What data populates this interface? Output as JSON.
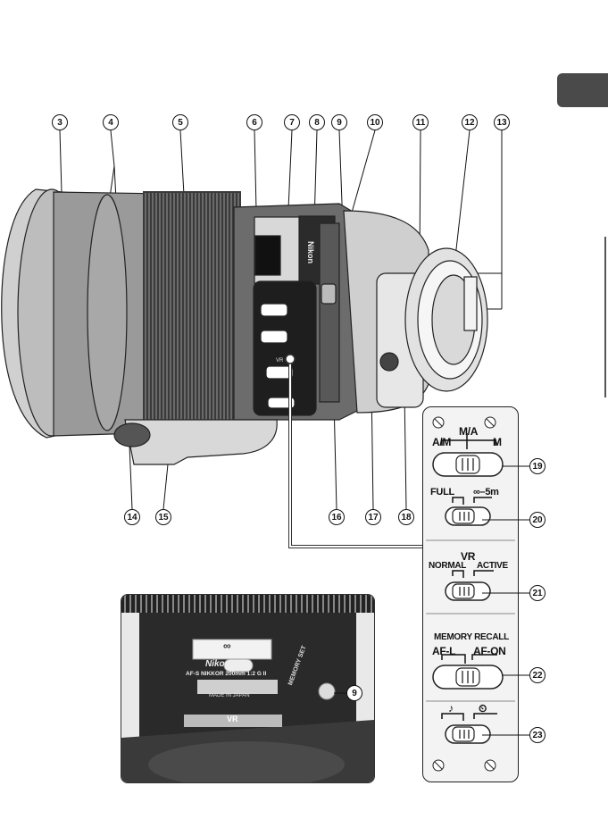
{
  "callouts_top": [
    "3",
    "4",
    "5",
    "6",
    "7",
    "8",
    "9",
    "10",
    "11",
    "12",
    "13"
  ],
  "callouts_bottom": [
    "14",
    "15",
    "16",
    "17",
    "18"
  ],
  "callouts_panel": [
    "19",
    "20",
    "21",
    "22",
    "23"
  ],
  "callout_inset": "9",
  "lens_markings": {
    "nikon": "Nikon",
    "vr_small": "VR",
    "normal_small": "NORMAL"
  },
  "switch_panel": {
    "row1": {
      "left": "A/M",
      "mid": "M/A",
      "right": "M"
    },
    "row2": {
      "left": "FULL",
      "right": "∞–5m"
    },
    "row3": {
      "top": "VR",
      "left": "NORMAL",
      "right": "ACTIVE"
    },
    "row4": {
      "top": "MEMORY RECALL",
      "left": "AF-L",
      "right": "AF-ON"
    },
    "row5": {
      "left": "♪",
      "right": "⏲"
    }
  },
  "inset": {
    "infinity": "∞",
    "brand": "Nikon",
    "model": "AF-S NIKKOR 200mm 1:2 G II",
    "made_in": "MADE IN JAPAN",
    "memory_set": "MEMORY SET",
    "vr": "VR"
  }
}
